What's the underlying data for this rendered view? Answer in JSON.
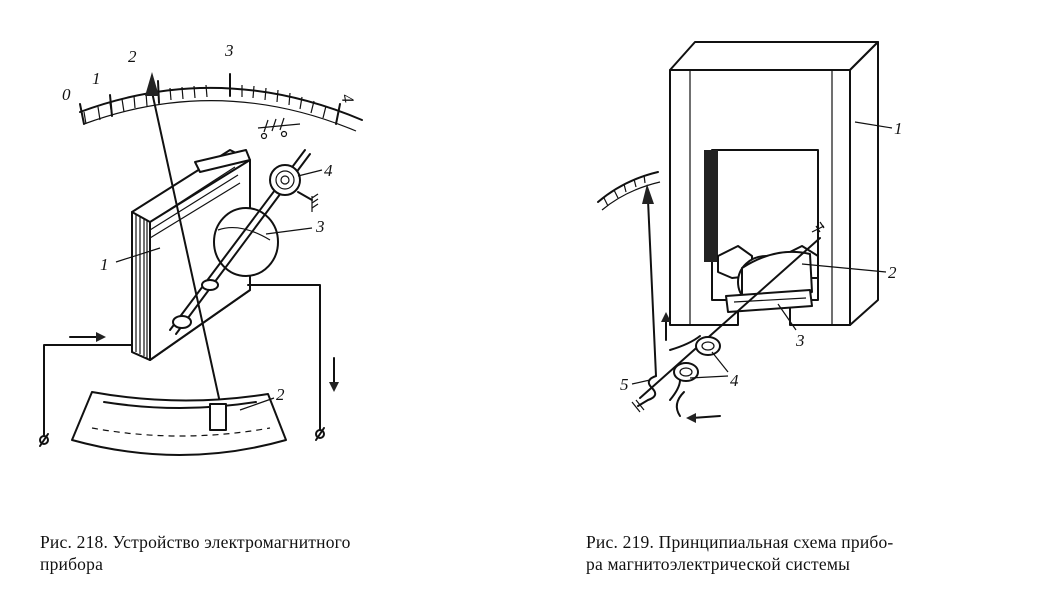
{
  "figure_218": {
    "caption_line1": "Рис. 218. Устройство электромагнитного",
    "caption_line2": "прибора",
    "scale_labels": [
      "0",
      "1",
      "2",
      "3",
      "4"
    ],
    "part_labels": [
      "1",
      "2",
      "3",
      "4"
    ]
  },
  "figure_219": {
    "caption_line1": "Рис. 219. Принципиальная схема прибо-",
    "caption_line2": "ра магнитоэлектрической системы",
    "part_labels": [
      "1",
      "2",
      "3",
      "4",
      "5"
    ]
  }
}
